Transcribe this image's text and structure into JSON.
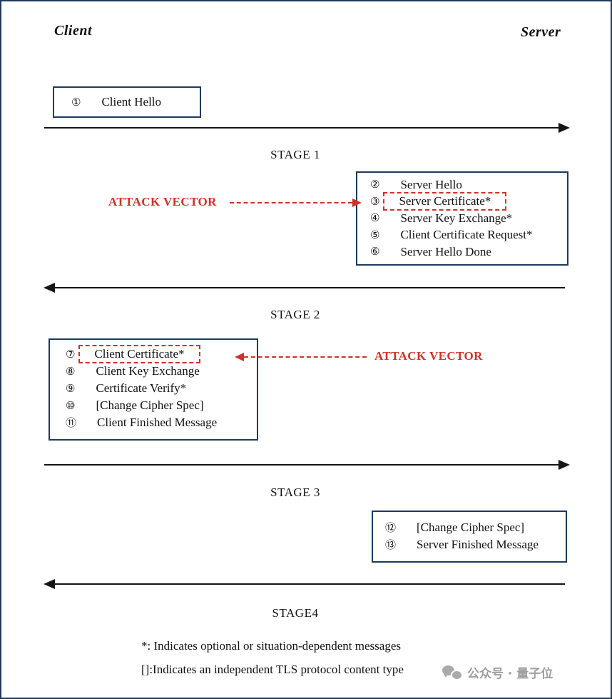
{
  "colors": {
    "box_border": "#1e3a5f",
    "arrow_black": "#151515",
    "attack_red": "#cf3227",
    "watermark_gray": "#9e9e9e"
  },
  "header": {
    "client_label": "Client",
    "server_label": "Server"
  },
  "flow": {
    "client_hello_box": {
      "items": [
        {
          "num": "①",
          "label": "Client Hello"
        }
      ]
    },
    "stage1_label": "STAGE 1",
    "server_hello_box": {
      "items": [
        {
          "num": "②",
          "label": "Server Hello"
        },
        {
          "num": "③",
          "label": "Server Certificate*",
          "attack_target": true
        },
        {
          "num": "④",
          "label": "Server Key Exchange*"
        },
        {
          "num": "⑤",
          "label": "Client Certificate Request*"
        },
        {
          "num": "⑥",
          "label": "Server Hello Done"
        }
      ]
    },
    "attack_vector_left_label": "ATTACK VECTOR",
    "stage2_label": "STAGE 2",
    "client_response_box": {
      "items": [
        {
          "num": "⑦",
          "label": "Client Certificate*",
          "attack_target": true
        },
        {
          "num": "⑧",
          "label": "Client Key Exchange"
        },
        {
          "num": "⑨",
          "label": "Certificate Verify*"
        },
        {
          "num": "⑩",
          "label": "[Change Cipher Spec]"
        },
        {
          "num": "⑪",
          "label": "Client Finished Message"
        }
      ]
    },
    "attack_vector_right_label": "ATTACK VECTOR",
    "stage3_label": "STAGE 3",
    "server_finish_box": {
      "items": [
        {
          "num": "⑫",
          "label": "[Change Cipher Spec]"
        },
        {
          "num": "⑬",
          "label": "Server Finished Message"
        }
      ]
    },
    "stage4_label": "STAGE4"
  },
  "footnotes": {
    "asterisk_note": "*: Indicates optional or situation-dependent messages",
    "bracket_note": "[]:Indicates an independent TLS protocol content type"
  },
  "watermark": {
    "text": "公众号 · 量子位"
  }
}
